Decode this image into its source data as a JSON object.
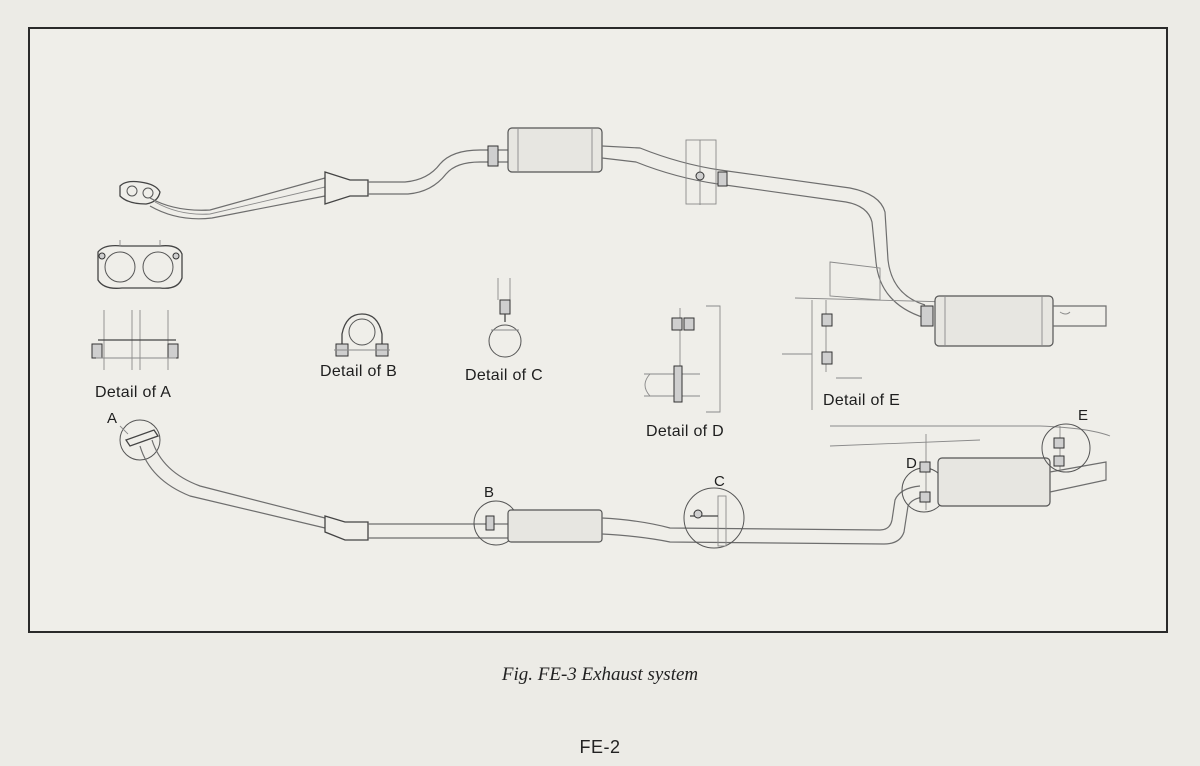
{
  "figure": {
    "caption": "Fig. FE-3 Exhaust system",
    "page_number": "FE-2"
  },
  "details": {
    "a": "Detail of A",
    "b": "Detail of B",
    "c": "Detail of C",
    "d": "Detail of D",
    "e": "Detail of E"
  },
  "callouts": {
    "a": "A",
    "b": "B",
    "c": "C",
    "d": "D",
    "e": "E"
  }
}
